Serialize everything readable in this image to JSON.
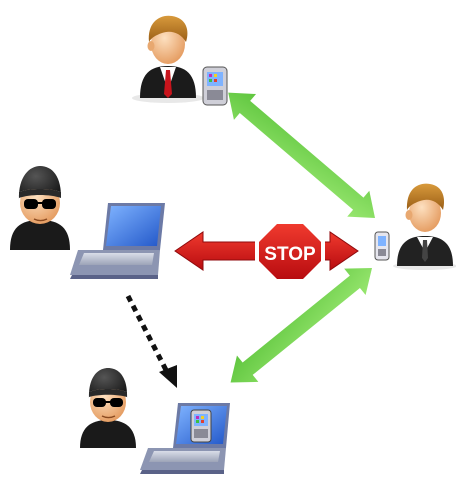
{
  "diagram": {
    "stop_sign": {
      "label": "STOP",
      "color": "#d7141a"
    },
    "colors": {
      "allowed_arrow": "#7ed957",
      "blocked_arrow": "#d7141a",
      "intercept_arrow": "#111111",
      "laptop_screen": "#3b7be0",
      "hair": "#b87925",
      "skin": "#f2b880"
    },
    "nodes": [
      {
        "role": "sender",
        "device": "pda"
      },
      {
        "role": "receiver",
        "device": "pda"
      },
      {
        "role": "attacker",
        "device": "laptop"
      },
      {
        "role": "attacker",
        "device": "laptop-with-pda"
      }
    ],
    "arrows": [
      {
        "from": "receiver",
        "to": "sender",
        "style": "double-headed",
        "status": "allowed"
      },
      {
        "from": "receiver",
        "to": "attacker-copy",
        "style": "double-headed",
        "status": "allowed"
      },
      {
        "from": "attacker",
        "to": "receiver",
        "style": "double-headed",
        "status": "blocked"
      },
      {
        "from": "attacker",
        "to": "attacker-copy",
        "style": "dotted",
        "status": "intercept"
      }
    ]
  }
}
